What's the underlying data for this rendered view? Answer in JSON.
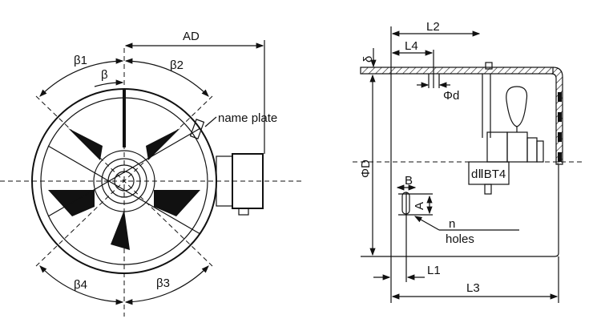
{
  "front_view": {
    "AD": "AD",
    "beta1": "β1",
    "beta": "β",
    "beta2": "β2",
    "beta3": "β3",
    "beta4": "β4",
    "name_plate": "name plate"
  },
  "side_view": {
    "L2": "L2",
    "L4": "L4",
    "delta": "δ",
    "phi_d": "Φd",
    "phi_D": "ΦD",
    "explosion_mark": "dⅡBT4",
    "B": "B",
    "A": "A",
    "n": "n",
    "holes": "holes",
    "L1": "L1",
    "L3": "L3"
  }
}
